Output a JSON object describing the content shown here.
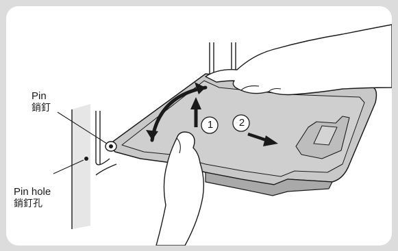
{
  "labels": {
    "pin": "Pin",
    "pin_cjk": "銷釘",
    "pin_hole": "Pin hole",
    "pin_hole_cjk": "銷釘孔"
  },
  "steps": {
    "step1": "1",
    "step2": "2"
  },
  "colors": {
    "background": "#dcdcdc",
    "panel": "#ffffff",
    "tray": "#c8c8c8",
    "tray_dark": "#a9a9a9",
    "wall": "#e6e6e6",
    "outline": "#1a1a1a"
  }
}
